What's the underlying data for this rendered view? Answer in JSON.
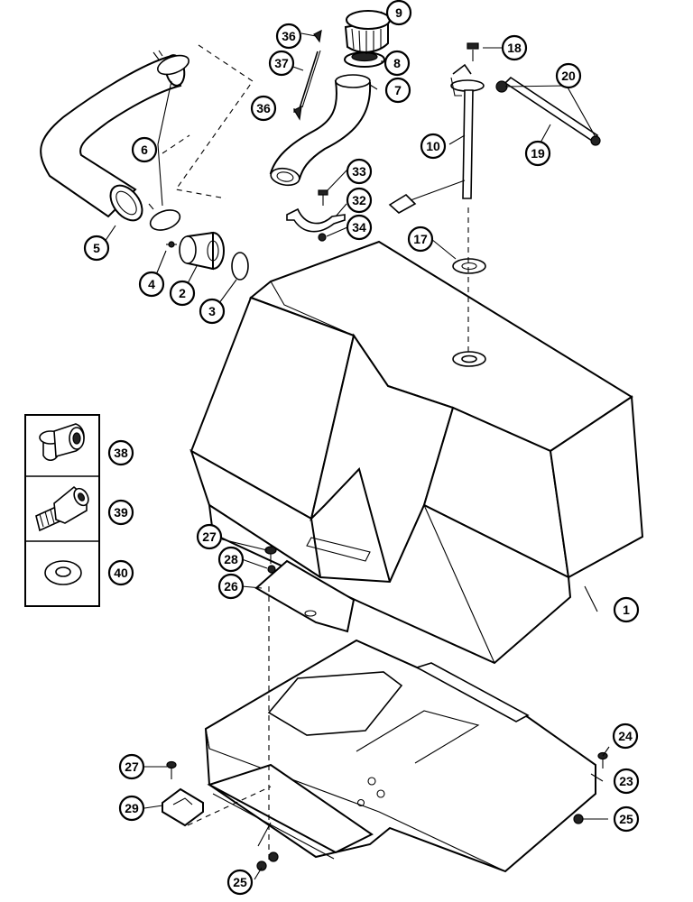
{
  "callouts": {
    "c1": "1",
    "c2": "2",
    "c3": "3",
    "c4": "4",
    "c5": "5",
    "c6": "6",
    "c7": "7",
    "c8": "8",
    "c9": "9",
    "c10": "10",
    "c17": "17",
    "c18": "18",
    "c19": "19",
    "c20": "20",
    "c23": "23",
    "c24": "24",
    "c25a": "25",
    "c25b": "25",
    "c26": "26",
    "c27a": "27",
    "c27b": "27",
    "c28": "28",
    "c29": "29",
    "c32": "32",
    "c33": "33",
    "c34": "34",
    "c36a": "36",
    "c36b": "36",
    "c37": "37",
    "c38": "38",
    "c39": "39",
    "c40": "40"
  }
}
